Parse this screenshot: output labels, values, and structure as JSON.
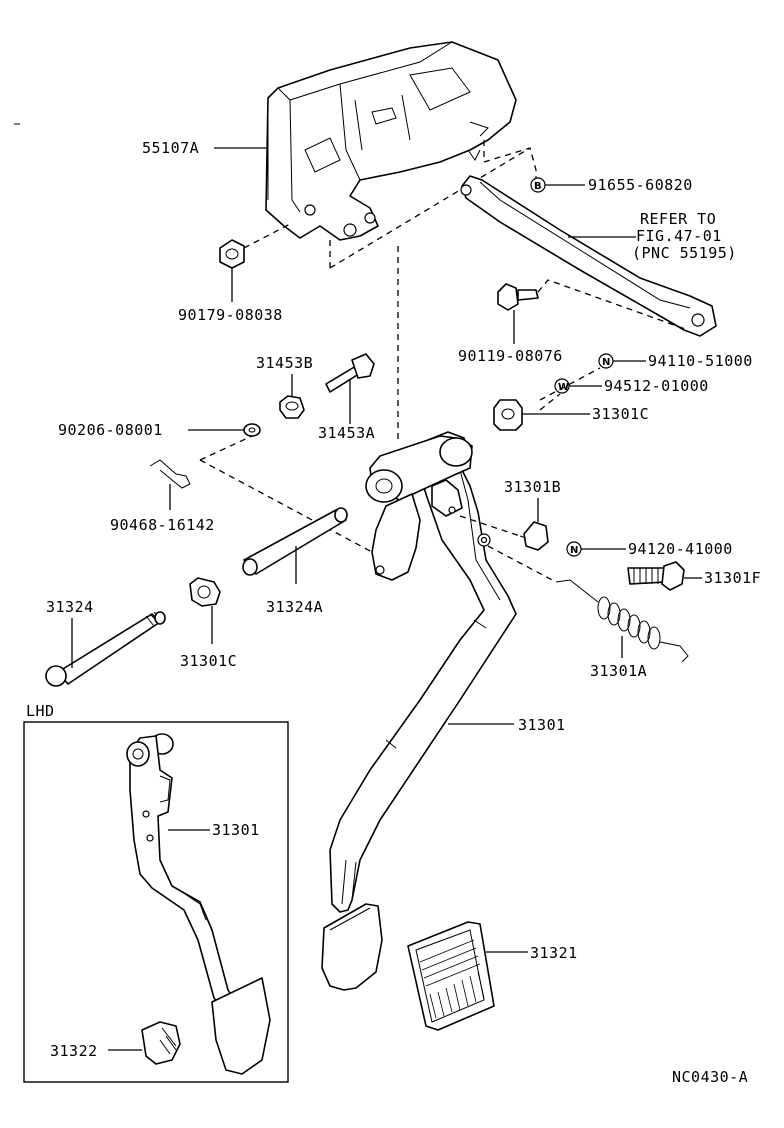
{
  "diagram": {
    "code": "NC0430-A",
    "inset_title": "LHD",
    "refer_note": [
      "REFER TO",
      "FIG.47-01",
      "(PNC 55195)"
    ],
    "labels": {
      "p55107A": "55107A",
      "p91655": "91655-60820",
      "p90179": "90179-08038",
      "p90119": "90119-08076",
      "p94110": "94110-51000",
      "p94512": "94512-01000",
      "p31301C_top": "31301C",
      "p31453B": "31453B",
      "p31453A": "31453A",
      "p90206": "90206-08001",
      "p90468": "90468-16142",
      "p31301B": "31301B",
      "p94120": "94120-41000",
      "p31301F": "31301F",
      "p31324": "31324",
      "p31324A": "31324A",
      "p31301C_bot": "31301C",
      "p31301A": "31301A",
      "p31301": "31301",
      "p31301_lhd": "31301",
      "p31321": "31321",
      "p31322": "31322"
    },
    "symbols": {
      "b": "B",
      "n": "N",
      "w": "W"
    }
  }
}
